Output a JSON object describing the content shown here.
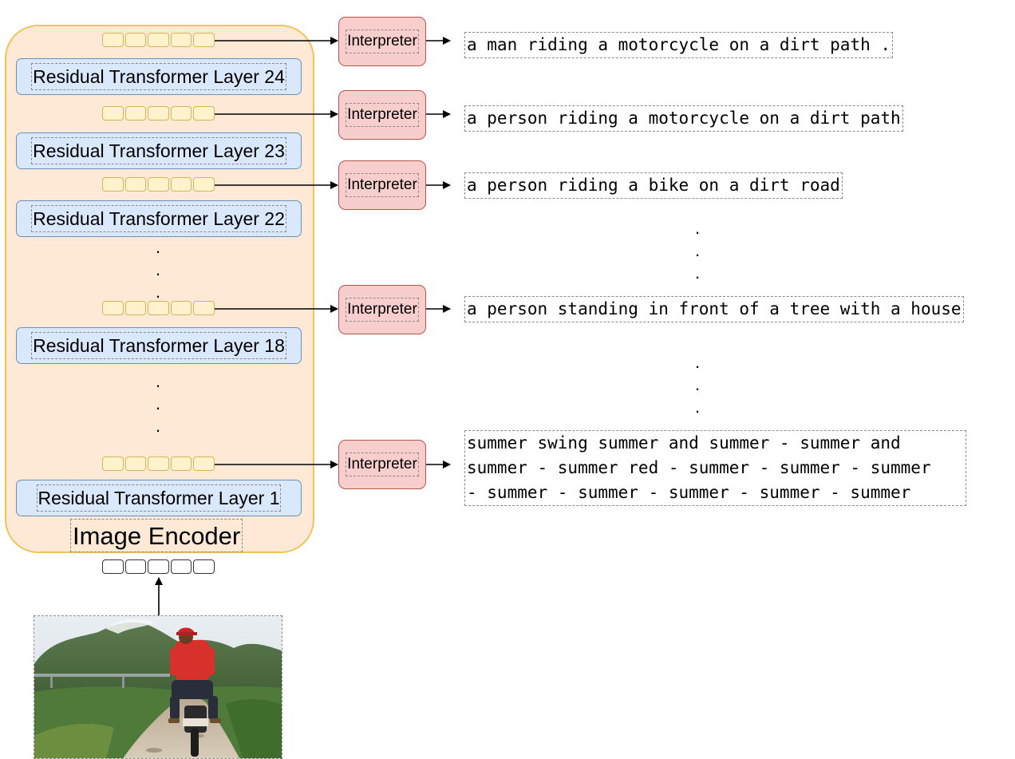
{
  "encoder": {
    "title": "Image Encoder",
    "layers": [
      "Residual Transformer Layer 24",
      "Residual Transformer Layer 23",
      "Residual Transformer Layer 22",
      "Residual Transformer Layer 18",
      "Residual Transformer Layer 1"
    ],
    "ellipsis": "."
  },
  "interpreter": {
    "label": "Interpreter"
  },
  "captions": [
    "a man riding a motorcycle on a dirt path .",
    "a person riding a motorcycle on a dirt path",
    "a person riding a bike on a dirt road",
    "a person standing in front of a tree with a house",
    [
      "summer swing summer and summer - summer and",
      "summer - summer red - summer - summer - summer",
      "- summer - summer - summer - summer - summer"
    ]
  ],
  "colors": {
    "encoder_fill": "#fde9d6",
    "encoder_border": "#f2c25c",
    "layer_fill": "#dae8fc",
    "layer_border": "#6c8ebf",
    "token_fill": "#fff2cc",
    "token_border": "#d6b656",
    "interpreter_fill": "#f8cecc",
    "interpreter_border": "#b85450"
  }
}
